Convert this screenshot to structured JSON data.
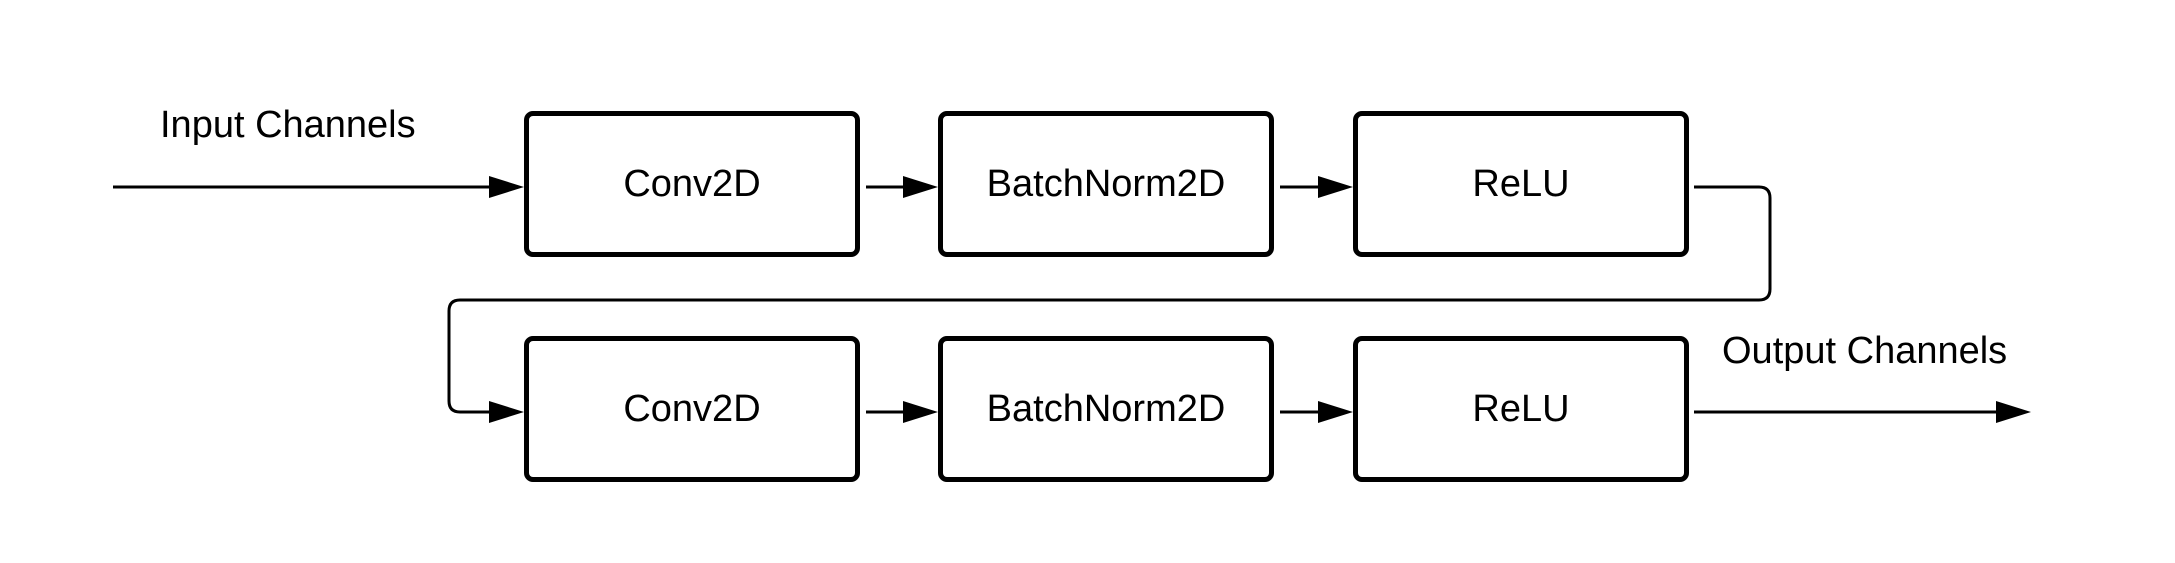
{
  "diagram": {
    "input_label": "Input Channels",
    "output_label": "Output Channels",
    "rows": [
      {
        "blocks": [
          {
            "label": "Conv2D"
          },
          {
            "label": "BatchNorm2D"
          },
          {
            "label": "ReLU"
          }
        ]
      },
      {
        "blocks": [
          {
            "label": "Conv2D"
          },
          {
            "label": "BatchNorm2D"
          },
          {
            "label": "ReLU"
          }
        ]
      }
    ],
    "colors": {
      "stroke": "#000000",
      "background": "#ffffff"
    }
  }
}
